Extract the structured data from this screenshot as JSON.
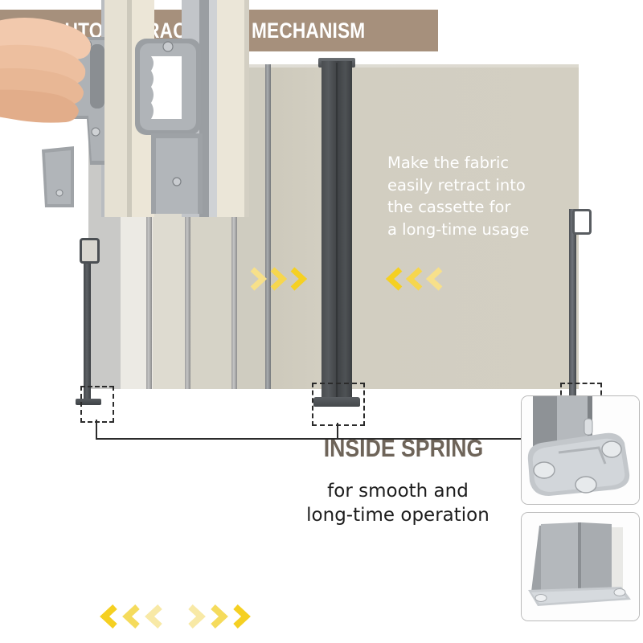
{
  "banner": {
    "title": "AUTO-RETRACTABLE MECHANISM",
    "bg_color": "#a6907c",
    "text_color": "#ffffff"
  },
  "awning": {
    "overlay_text_lines": [
      "Make the fabric",
      "easily retract into",
      "the cassette for",
      "a long-time usage"
    ],
    "fabric_color": "#d2cec1",
    "cassette_color": "#4a4d50",
    "post_color": "#9d9d9d",
    "arrow_color": "#f5d022",
    "left_arrows_icon": "chevron-right-triple-icon",
    "right_arrows_icon": "chevron-left-triple-icon",
    "callout_boxes": 3,
    "callout_style": "dashed"
  },
  "bottom": {
    "spring_title": "INSIDE SPRING",
    "spring_title_color": "#6e6459",
    "subtitle_lines": [
      "for smooth and",
      "long-time operation"
    ],
    "left_photo_name": "hand-gripping-handle-photo",
    "right_photo_name": "handle-closeup-photo",
    "inset_1_name": "post-base-plate-photo",
    "inset_2_name": "cassette-base-plate-photo",
    "left_arrows_icon": "chevron-left-triple-icon",
    "right_arrows_icon": "chevron-right-triple-icon",
    "arrow_color": "#f5d022"
  }
}
